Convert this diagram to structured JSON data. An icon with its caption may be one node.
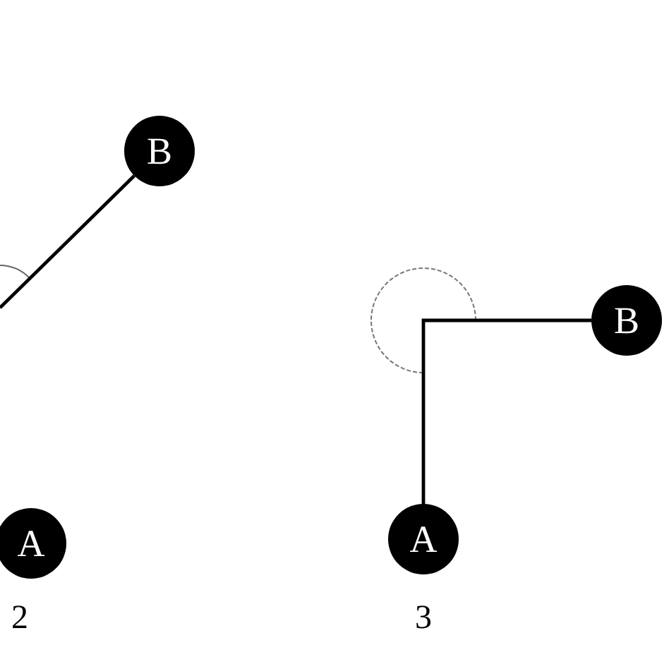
{
  "diagram": {
    "nodes": [
      {
        "text": [
          "B"
        ]
      },
      {
        "text": [
          "A"
        ]
      },
      {
        "text": [
          "A"
        ]
      },
      {
        "text": [
          "B"
        ]
      }
    ],
    "edges": [
      {
        "from": null,
        "to": 0,
        "arrow": "none"
      },
      {
        "from": 2,
        "to": 3,
        "arrow": "none"
      }
    ],
    "labels": [
      "2",
      "3"
    ]
  }
}
